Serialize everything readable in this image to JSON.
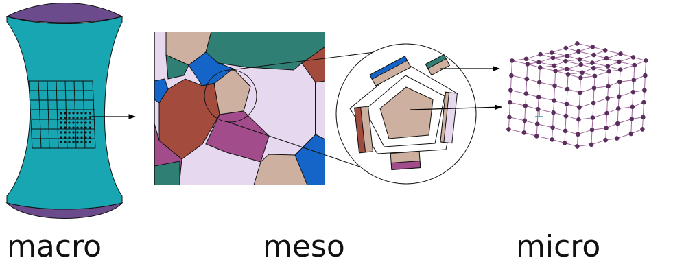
{
  "labels": {
    "macro": "macro",
    "meso": "meso",
    "micro": "micro"
  },
  "colors": {
    "specimen": "#18a6b3",
    "specimen_cap": "#6b4b8c",
    "grain_tan": "#cdb09f",
    "grain_teal": "#2f7f74",
    "grain_blue": "#1565c8",
    "grain_red": "#a34c3e",
    "grain_purple": "#a24c8b",
    "grain_lavender": "#e6d8ef",
    "atom": "#5a2f5d",
    "bond": "#a06a9a"
  },
  "icons": [
    "arrow-right-icon"
  ]
}
